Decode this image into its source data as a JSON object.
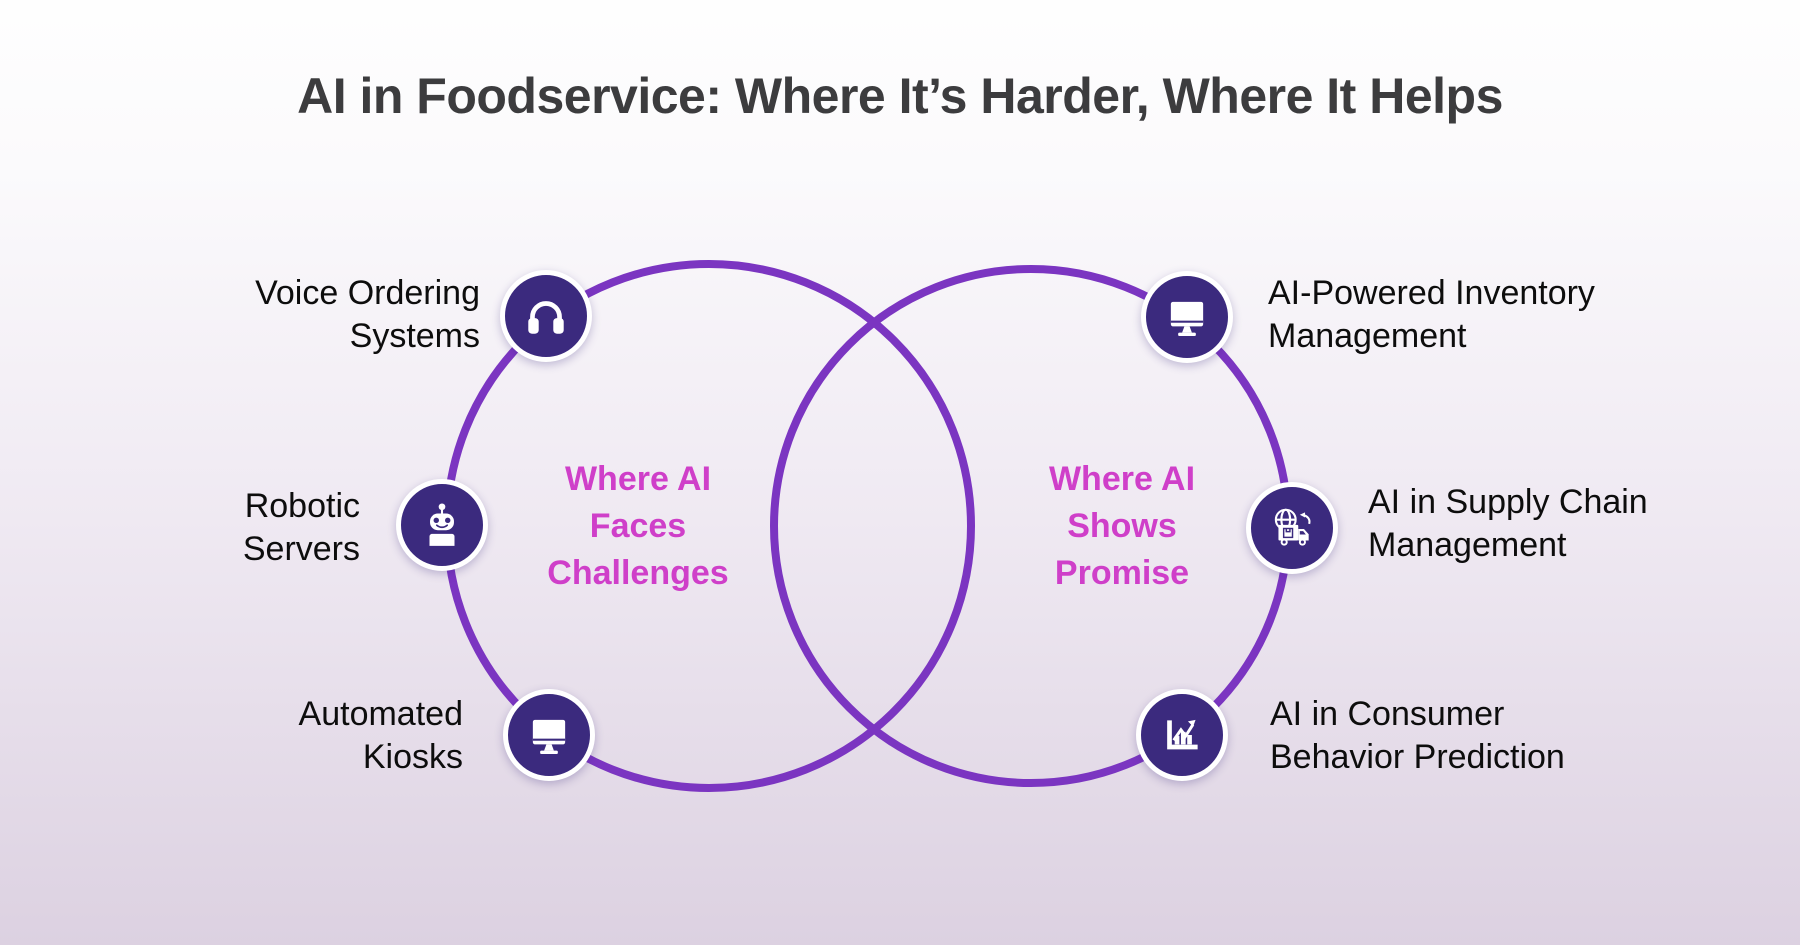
{
  "title": "AI in Foodservice: Where It’s Harder, Where It Helps",
  "colors": {
    "badge_fill": "#3b2a7e",
    "circle_stroke": "#7b35c1",
    "heading_accent": "#cf3fc9",
    "label_text": "#0d0d0d",
    "background_bottom": "#dcd1e1"
  },
  "left_circle": {
    "heading_lines": [
      "Where AI",
      "Faces",
      "Challenges"
    ],
    "items": [
      {
        "icon": "headphones-icon",
        "lines": [
          "Voice Ordering",
          "Systems"
        ]
      },
      {
        "icon": "robot-icon",
        "lines": [
          "Robotic",
          "Servers"
        ]
      },
      {
        "icon": "desktop-monitor-icon",
        "lines": [
          "Automated",
          "Kiosks"
        ]
      }
    ]
  },
  "right_circle": {
    "heading_lines": [
      "Where AI",
      "Shows",
      "Promise"
    ],
    "items": [
      {
        "icon": "desktop-monitor-icon",
        "lines": [
          "AI-Powered Inventory",
          "Management"
        ]
      },
      {
        "icon": "globe-truck-icon",
        "lines": [
          "AI in Supply Chain",
          "Management"
        ]
      },
      {
        "icon": "growth-chart-icon",
        "lines": [
          "AI in Consumer",
          "Behavior Prediction"
        ]
      }
    ]
  }
}
